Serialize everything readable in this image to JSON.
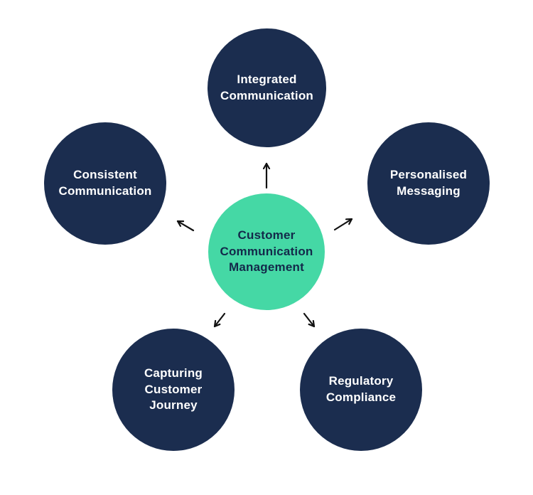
{
  "diagram": {
    "type": "hub-and-spoke",
    "center_node": {
      "id": "customer-communication-management",
      "label": "Customer\nCommunication\nManagement"
    },
    "nodes": [
      {
        "id": "integrated-communication",
        "label": "Integrated\nCommunication",
        "position": "top"
      },
      {
        "id": "consistent-communication",
        "label": "Consistent\nCommunication",
        "position": "left"
      },
      {
        "id": "personalised-messaging",
        "label": "Personalised\nMessaging",
        "position": "right"
      },
      {
        "id": "capturing-customer-journey",
        "label": "Capturing\nCustomer\nJourney",
        "position": "bottom-left"
      },
      {
        "id": "regulatory-compliance",
        "label": "Regulatory\nCompliance",
        "position": "bottom-right"
      }
    ],
    "colors": {
      "center_fill": "#45D8A5",
      "center_text": "#13294A",
      "node_fill": "#1B2D4F",
      "node_text": "#FFFFFF",
      "arrow": "#111111",
      "background": "#FFFFFF"
    }
  }
}
